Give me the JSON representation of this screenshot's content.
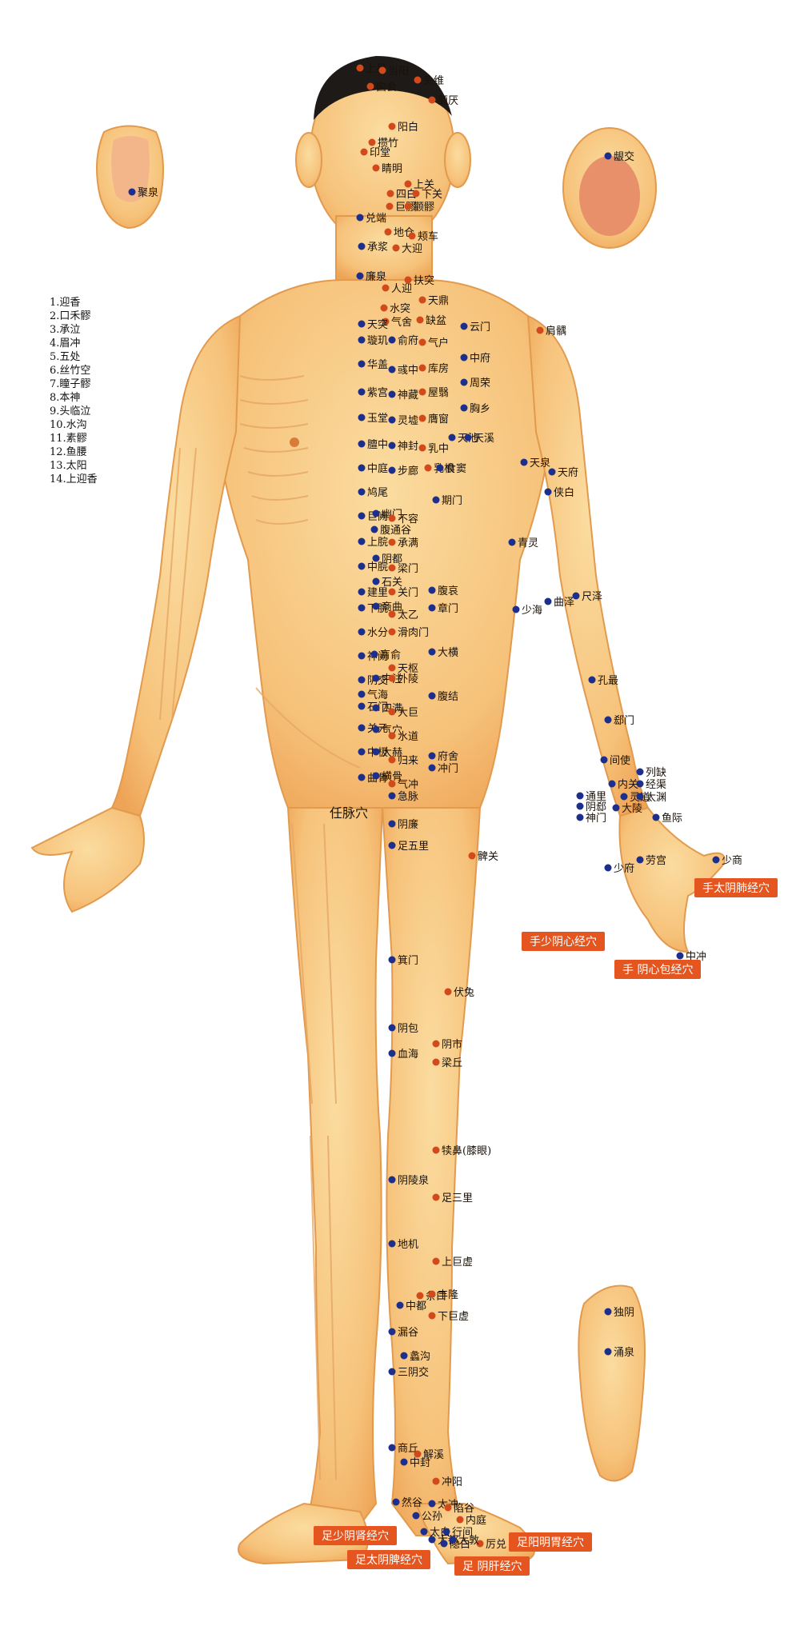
{
  "legend": [
    "1.迎香",
    "2.口禾髎",
    "3.承泣",
    "4.眉冲",
    "5.五处",
    "6.丝竹空",
    "7.瞳子髎",
    "8.本神",
    "9.头临泣",
    "10.水沟",
    "11.素髎",
    "12.鱼腰",
    "13.太阳",
    "14.上迎香"
  ],
  "center_label": "任脉穴",
  "meridian_tags": {
    "lung": "手太阴肺经穴",
    "heart": "手少阴心经穴",
    "pericardium": "手 阴心包经穴",
    "kidney": "足少阴肾经穴",
    "spleen": "足太阴脾经穴",
    "stomach": "足阳明胃经穴",
    "liver": "足 阴肝经穴"
  },
  "colors": {
    "skin": "#f6c880",
    "skin_edge": "#e8a85a",
    "blue_dot": "#1d2f8c",
    "red_dot": "#d2491c",
    "tag_bg": "#e4551f",
    "hair": "#1d1a17"
  },
  "points": [
    {
      "t": "上星",
      "c": "r"
    },
    {
      "t": "当阳",
      "c": "r"
    },
    {
      "t": "头维",
      "c": "r"
    },
    {
      "t": "囟会",
      "c": "r"
    },
    {
      "t": "颔厌",
      "c": "r"
    },
    {
      "t": "阳白",
      "c": "r"
    },
    {
      "t": "攒竹",
      "c": "r"
    },
    {
      "t": "印堂",
      "c": "r"
    },
    {
      "t": "睛明",
      "c": "r"
    },
    {
      "t": "上关",
      "c": "r"
    },
    {
      "t": "四白",
      "c": "r"
    },
    {
      "t": "下关",
      "c": "r"
    },
    {
      "t": "巨髎",
      "c": "r"
    },
    {
      "t": "颧髎",
      "c": "r"
    },
    {
      "t": "兑端",
      "c": "b"
    },
    {
      "t": "地仓",
      "c": "r"
    },
    {
      "t": "颊车",
      "c": "r"
    },
    {
      "t": "承浆",
      "c": "b"
    },
    {
      "t": "大迎",
      "c": "r"
    },
    {
      "t": "聚泉",
      "c": "b"
    },
    {
      "t": "龈交",
      "c": "b"
    },
    {
      "t": "廉泉",
      "c": "b"
    },
    {
      "t": "人迎",
      "c": "r"
    },
    {
      "t": "扶突",
      "c": "r"
    },
    {
      "t": "天鼎",
      "c": "r"
    },
    {
      "t": "水突",
      "c": "r"
    },
    {
      "t": "气舍",
      "c": "r"
    },
    {
      "t": "缺盆",
      "c": "r"
    },
    {
      "t": "天突",
      "c": "b"
    },
    {
      "t": "璇玑",
      "c": "b"
    },
    {
      "t": "俞府",
      "c": "b"
    },
    {
      "t": "气户",
      "c": "r"
    },
    {
      "t": "云门",
      "c": "b"
    },
    {
      "t": "肩髃",
      "c": "r"
    },
    {
      "t": "华盖",
      "c": "b"
    },
    {
      "t": "彧中",
      "c": "b"
    },
    {
      "t": "库房",
      "c": "r"
    },
    {
      "t": "中府",
      "c": "b"
    },
    {
      "t": "紫宫",
      "c": "b"
    },
    {
      "t": "神藏",
      "c": "b"
    },
    {
      "t": "屋翳",
      "c": "r"
    },
    {
      "t": "周荣",
      "c": "b"
    },
    {
      "t": "玉堂",
      "c": "b"
    },
    {
      "t": "灵墟",
      "c": "b"
    },
    {
      "t": "膺窗",
      "c": "r"
    },
    {
      "t": "胸乡",
      "c": "b"
    },
    {
      "t": "膻中",
      "c": "b"
    },
    {
      "t": "神封",
      "c": "b"
    },
    {
      "t": "乳中",
      "c": "r"
    },
    {
      "t": "天池",
      "c": "b"
    },
    {
      "t": "天溪",
      "c": "b"
    },
    {
      "t": "中庭",
      "c": "b"
    },
    {
      "t": "步廊",
      "c": "b"
    },
    {
      "t": "乳根",
      "c": "r"
    },
    {
      "t": "食窦",
      "c": "b"
    },
    {
      "t": "天泉",
      "c": "b"
    },
    {
      "t": "天府",
      "c": "b"
    },
    {
      "t": "鸠尾",
      "c": "b"
    },
    {
      "t": "期门",
      "c": "b"
    },
    {
      "t": "侠白",
      "c": "b"
    },
    {
      "t": "巨阙",
      "c": "b"
    },
    {
      "t": "幽门",
      "c": "b"
    },
    {
      "t": "不容",
      "c": "r"
    },
    {
      "t": "腹通谷",
      "c": "b"
    },
    {
      "t": "上脘",
      "c": "b"
    },
    {
      "t": "承满",
      "c": "r"
    },
    {
      "t": "青灵",
      "c": "b"
    },
    {
      "t": "阴都",
      "c": "b"
    },
    {
      "t": "中脘",
      "c": "b"
    },
    {
      "t": "梁门",
      "c": "r"
    },
    {
      "t": "石关",
      "c": "b"
    },
    {
      "t": "建里",
      "c": "b"
    },
    {
      "t": "关门",
      "c": "r"
    },
    {
      "t": "腹哀",
      "c": "b"
    },
    {
      "t": "尺泽",
      "c": "b"
    },
    {
      "t": "下脘",
      "c": "b"
    },
    {
      "t": "商曲",
      "c": "b"
    },
    {
      "t": "章门",
      "c": "b"
    },
    {
      "t": "太乙",
      "c": "r"
    },
    {
      "t": "少海",
      "c": "b"
    },
    {
      "t": "曲泽",
      "c": "b"
    },
    {
      "t": "水分",
      "c": "b"
    },
    {
      "t": "滑肉门",
      "c": "r"
    },
    {
      "t": "神阙",
      "c": "b"
    },
    {
      "t": "肓俞",
      "c": "b"
    },
    {
      "t": "大横",
      "c": "b"
    },
    {
      "t": "天枢",
      "c": "r"
    },
    {
      "t": "阴交",
      "c": "b"
    },
    {
      "t": "中注",
      "c": "b"
    },
    {
      "t": "外陵",
      "c": "r"
    },
    {
      "t": "孔最",
      "c": "b"
    },
    {
      "t": "气海",
      "c": "b"
    },
    {
      "t": "石门",
      "c": "b"
    },
    {
      "t": "腹结",
      "c": "b"
    },
    {
      "t": "四满",
      "c": "b"
    },
    {
      "t": "大巨",
      "c": "r"
    },
    {
      "t": "郄门",
      "c": "b"
    },
    {
      "t": "关元",
      "c": "b"
    },
    {
      "t": "气穴",
      "c": "b"
    },
    {
      "t": "水道",
      "c": "r"
    },
    {
      "t": "中极",
      "c": "b"
    },
    {
      "t": "大赫",
      "c": "b"
    },
    {
      "t": "府舍",
      "c": "b"
    },
    {
      "t": "间使",
      "c": "b"
    },
    {
      "t": "归来",
      "c": "r"
    },
    {
      "t": "冲门",
      "c": "b"
    },
    {
      "t": "列缺",
      "c": "b"
    },
    {
      "t": "经渠",
      "c": "b"
    },
    {
      "t": "曲骨",
      "c": "b"
    },
    {
      "t": "横骨",
      "c": "b"
    },
    {
      "t": "气冲",
      "c": "r"
    },
    {
      "t": "内关",
      "c": "b"
    },
    {
      "t": "灵道",
      "c": "b"
    },
    {
      "t": "太渊",
      "c": "b"
    },
    {
      "t": "通里",
      "c": "b"
    },
    {
      "t": "阴郄",
      "c": "b"
    },
    {
      "t": "急脉",
      "c": "b"
    },
    {
      "t": "大陵",
      "c": "b"
    },
    {
      "t": "神门",
      "c": "b"
    },
    {
      "t": "鱼际",
      "c": "b"
    },
    {
      "t": "阴廉",
      "c": "b"
    },
    {
      "t": "足五里",
      "c": "b"
    },
    {
      "t": "髀关",
      "c": "r"
    },
    {
      "t": "少商",
      "c": "b"
    },
    {
      "t": "劳宫",
      "c": "b"
    },
    {
      "t": "少府",
      "c": "b"
    },
    {
      "t": "中冲",
      "c": "b"
    },
    {
      "t": "箕门",
      "c": "b"
    },
    {
      "t": "伏兔",
      "c": "r"
    },
    {
      "t": "阴包",
      "c": "b"
    },
    {
      "t": "阴市",
      "c": "r"
    },
    {
      "t": "血海",
      "c": "b"
    },
    {
      "t": "梁丘",
      "c": "r"
    },
    {
      "t": "犊鼻(膝眼)",
      "c": "r"
    },
    {
      "t": "阴陵泉",
      "c": "b"
    },
    {
      "t": "足三里",
      "c": "r"
    },
    {
      "t": "地机",
      "c": "b"
    },
    {
      "t": "上巨虚",
      "c": "r"
    },
    {
      "t": "条口",
      "c": "r"
    },
    {
      "t": "丰隆",
      "c": "r"
    },
    {
      "t": "中都",
      "c": "b"
    },
    {
      "t": "下巨虚",
      "c": "r"
    },
    {
      "t": "漏谷",
      "c": "b"
    },
    {
      "t": "蠡沟",
      "c": "b"
    },
    {
      "t": "三阴交",
      "c": "b"
    },
    {
      "t": "独阴",
      "c": "b"
    },
    {
      "t": "涌泉",
      "c": "b"
    },
    {
      "t": "商丘",
      "c": "b"
    },
    {
      "t": "解溪",
      "c": "r"
    },
    {
      "t": "中封",
      "c": "b"
    },
    {
      "t": "冲阳",
      "c": "r"
    },
    {
      "t": "然谷",
      "c": "b"
    },
    {
      "t": "太冲",
      "c": "b"
    },
    {
      "t": "陷谷",
      "c": "r"
    },
    {
      "t": "公孙",
      "c": "b"
    },
    {
      "t": "内庭",
      "c": "r"
    },
    {
      "t": "太白",
      "c": "b"
    },
    {
      "t": "行间",
      "c": "b"
    },
    {
      "t": "厉兑",
      "c": "r"
    },
    {
      "t": "大都",
      "c": "b"
    },
    {
      "t": "隐白",
      "c": "b"
    },
    {
      "t": "大敦",
      "c": "b"
    }
  ]
}
